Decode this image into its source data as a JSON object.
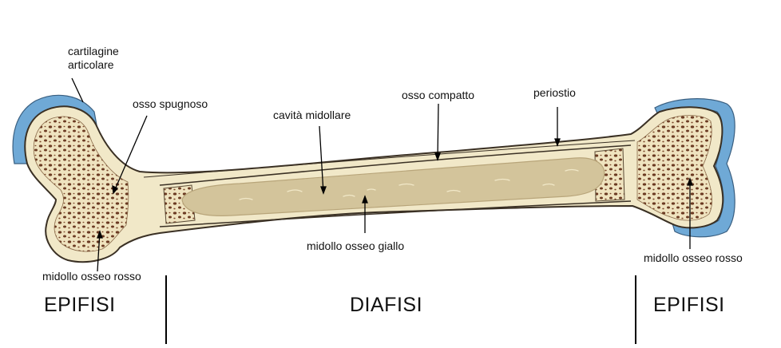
{
  "labels": {
    "cartilagine_line1": "cartilagine",
    "cartilagine_line2": "articolare",
    "osso_spugnoso": "osso spugnoso",
    "cavita_midollare": "cavità midollare",
    "osso_compatto": "osso compatto",
    "periostio": "periostio",
    "midollo_giallo": "midollo osseo giallo",
    "midollo_rosso_left": "midollo osseo rosso",
    "midollo_rosso_right": "midollo osseo rosso"
  },
  "regions": {
    "epifisi_left": "EPIFISI",
    "diafisi": "DIAFISI",
    "epifisi_right": "EPIFISI"
  },
  "colors": {
    "bone_fill": "#f1e8c8",
    "bone_outline": "#3a3024",
    "cartilage": "#6fa9d6",
    "spongy_pore": "#6b3a22",
    "marrow_yellow": "#d3c49b",
    "marrow_outline": "#b8a57a"
  }
}
